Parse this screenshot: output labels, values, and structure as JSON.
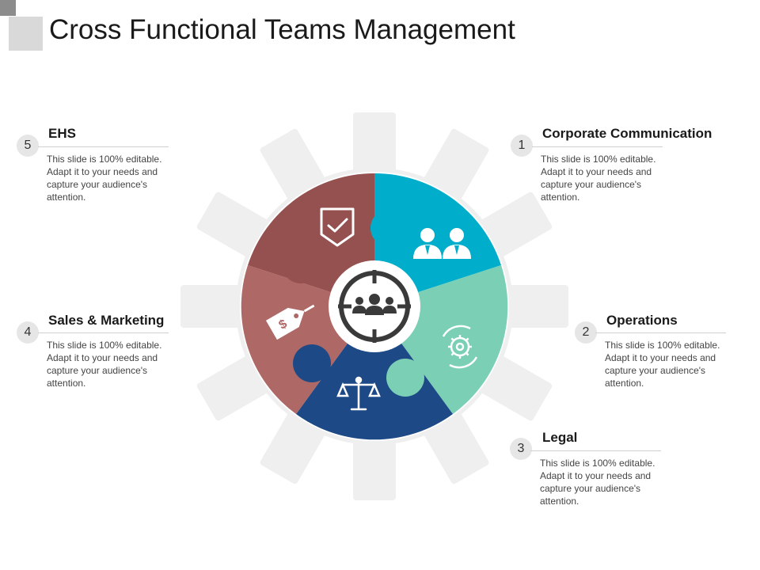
{
  "title": "Cross Functional Teams Management",
  "colors": {
    "corporate_communication": "#00AECB",
    "operations": "#7ACFB4",
    "legal": "#1D4A86",
    "sales_marketing": "#AE6866",
    "ehs": "#955050",
    "gear": "#EFEFEF"
  },
  "items": [
    {
      "number": "1",
      "title": "Corporate Communication",
      "description": "This slide is 100% editable. Adapt it to your needs and capture your audience's attention.",
      "icon": "people-icon"
    },
    {
      "number": "2",
      "title": "Operations",
      "description": "This slide is 100% editable. Adapt it to your needs and capture your audience's attention.",
      "icon": "gear-cycle-icon"
    },
    {
      "number": "3",
      "title": "Legal",
      "description": "This slide is 100% editable. Adapt it to your needs and capture your audience's attention.",
      "icon": "scales-icon"
    },
    {
      "number": "4",
      "title": "Sales & Marketing",
      "description": "This slide is 100% editable. Adapt it to your needs and capture your audience's attention.",
      "icon": "price-tag-icon"
    },
    {
      "number": "5",
      "title": "EHS",
      "description": "This slide is 100% editable. Adapt it to your needs and capture your audience's attention.",
      "icon": "shield-check-icon"
    }
  ],
  "center_icon": "team-target-icon"
}
